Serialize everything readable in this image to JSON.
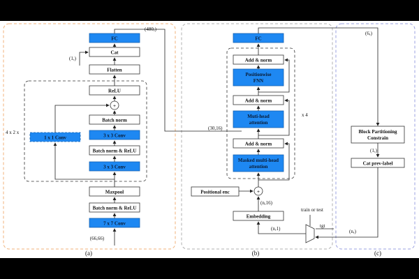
{
  "a": {
    "fc": "FC",
    "cat": "Cat",
    "flatten": "Flatten",
    "relu": "ReLU",
    "plus": "+",
    "batch_norm": "Batch norm",
    "conv3": "3 x 3 Conv",
    "bn_relu": "Batch norm & ReLU",
    "conv1": "1 x 1 Conv",
    "maxpool": "Maxpool",
    "conv7": "7 x 7 Conv",
    "input_shape": "(66,66)",
    "cat_input_shape": "(1,)",
    "repeat": "4 x 2 x",
    "fc_output_shape": "(480,)"
  },
  "b": {
    "fc": "FC",
    "add_norm": "Add & norm",
    "ffn_line1": "Positionwise",
    "ffn_line2": "FNN",
    "mha_line1": "Muti-head",
    "mha_line2": "attention",
    "masked_line1": "Masked multi-head",
    "masked_line2": "attention",
    "plus": "+",
    "pos_enc": "Positional enc",
    "embedding": "Embedding",
    "repeat": "x 4",
    "encoder_shape": "(30,16)",
    "embed_shape": "(n,16)",
    "tgt_shape": "(n,1)",
    "train_or_test": "train or test",
    "tgt": "tgt"
  },
  "c": {
    "partition_line1": "Block Partitioning",
    "partition_line2": "Constrain",
    "cat_prev": "Cat prev-label",
    "input_shape": "(6,)",
    "partition_shape": "(1,)",
    "output_shape": "(n,)"
  },
  "captions": {
    "a": "(a)",
    "b": "(b)",
    "c": "(c)"
  }
}
